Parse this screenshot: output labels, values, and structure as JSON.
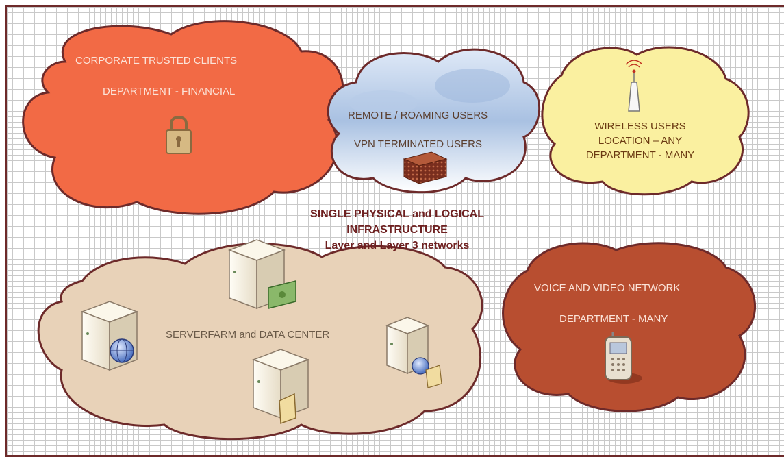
{
  "clouds": {
    "corporate": {
      "line1": "CORPORATE TRUSTED CLIENTS",
      "line2": "DEPARTMENT - FINANCIAL",
      "icon": "padlock-icon",
      "color": "#f26a45"
    },
    "remote": {
      "line1": "REMOTE / ROAMING USERS",
      "line2": "VPN TERMINATED USERS",
      "icon": "firewall-icon",
      "color": "#c8d8ee"
    },
    "wireless": {
      "line1": "WIRELESS USERS",
      "line2": "LOCATION – ANY",
      "line3": "DEPARTMENT - MANY",
      "icon": "antenna-icon",
      "color": "#faf0a0"
    },
    "voice": {
      "line1": "VOICE AND VIDEO NETWORK",
      "line2": "DEPARTMENT - MANY",
      "icon": "cell-phone-icon",
      "color": "#b84e30"
    },
    "serverfarm": {
      "label": "SERVERFARM and DATA CENTER",
      "icons": [
        "web-server-icon",
        "finance-server-icon",
        "file-server-icon",
        "web-file-server-icon"
      ],
      "color": "#e8d2b8"
    }
  },
  "center": {
    "line1": "SINGLE PHYSICAL and LOGICAL",
    "line2": "INFRASTRUCTURE",
    "line3": "Layer and Layer 3 networks"
  },
  "colors": {
    "border": "#6d2a2a",
    "grid": "#c9c9c9"
  }
}
